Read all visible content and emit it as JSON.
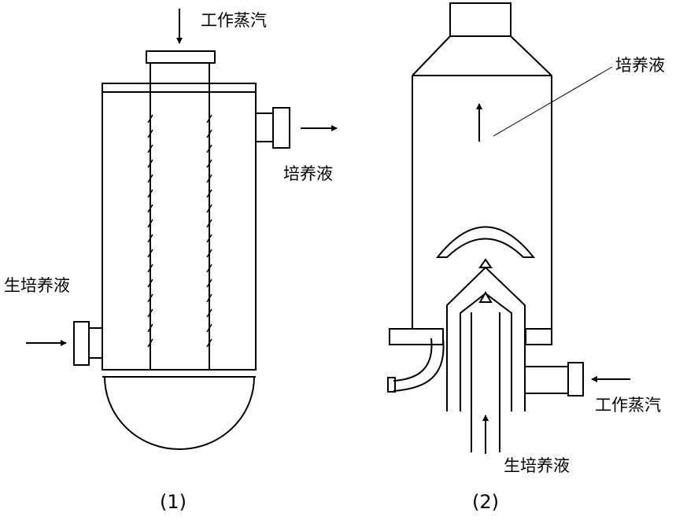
{
  "figure1": {
    "label_steam_in": "工作蒸汽",
    "label_medium_out": "培养液",
    "label_raw_medium_in": "生培养液",
    "caption": "(1)"
  },
  "figure2": {
    "label_medium_out": "培养液",
    "label_steam_in": "工作蒸汽",
    "label_raw_medium_in": "生培养液",
    "caption": "(2)"
  }
}
